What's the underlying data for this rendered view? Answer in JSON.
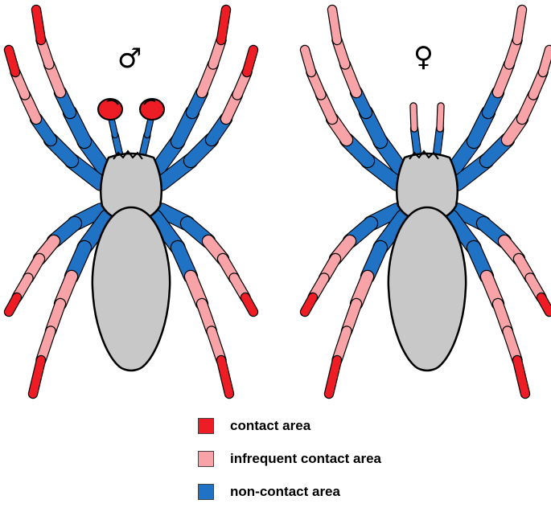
{
  "figure": {
    "male_symbol": "♂",
    "female_symbol": "♀"
  },
  "colors": {
    "contact": "#ee1c24",
    "infrequent": "#f7a3a7",
    "noncontact": "#1f72c4",
    "body": "#c8c8c8",
    "outline": "#000000"
  },
  "legend": {
    "items": [
      {
        "key": "contact",
        "label": "contact area"
      },
      {
        "key": "infrequent",
        "label": "infrequent contact area"
      },
      {
        "key": "noncontact",
        "label": "non-contact area"
      }
    ]
  }
}
